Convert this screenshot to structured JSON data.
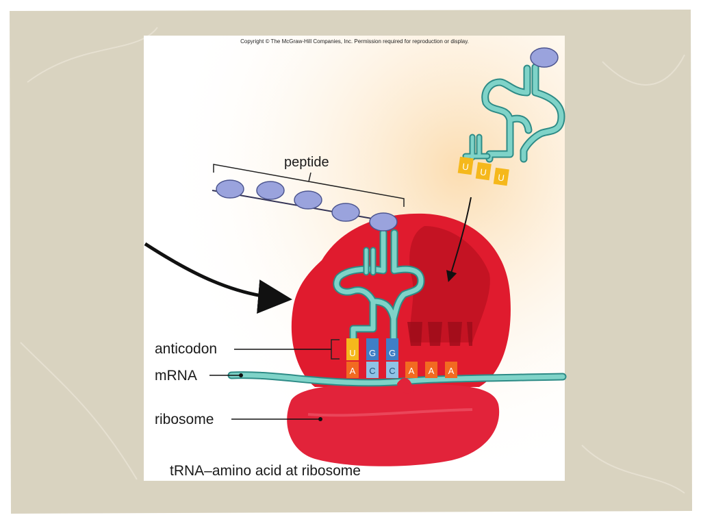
{
  "copyright": "Copyright © The McGraw-Hill Companies, Inc. Permission required for reproduction or display.",
  "labels": {
    "peptide": "peptide",
    "anticodon": "anticodon",
    "mrna": "mRNA",
    "ribosome": "ribosome"
  },
  "caption": "tRNA–amino acid at ribosome",
  "incoming_trna_anticodon": [
    "U",
    "U",
    "U"
  ],
  "bound_trna_anticodon": [
    "U",
    "G",
    "G"
  ],
  "mrna_codons": [
    "A",
    "C",
    "C",
    "A",
    "A",
    "A"
  ],
  "colors": {
    "ribosome": "#e01b2e",
    "trna": "#6ecbc0",
    "amino_acid": "#9aa3dd",
    "base_u": "#f5b81c",
    "base_g": "#3f7fc6",
    "base_a": "#f26a21",
    "base_c": "#8fc3e6",
    "slide_frame": "#d8d2bf"
  }
}
